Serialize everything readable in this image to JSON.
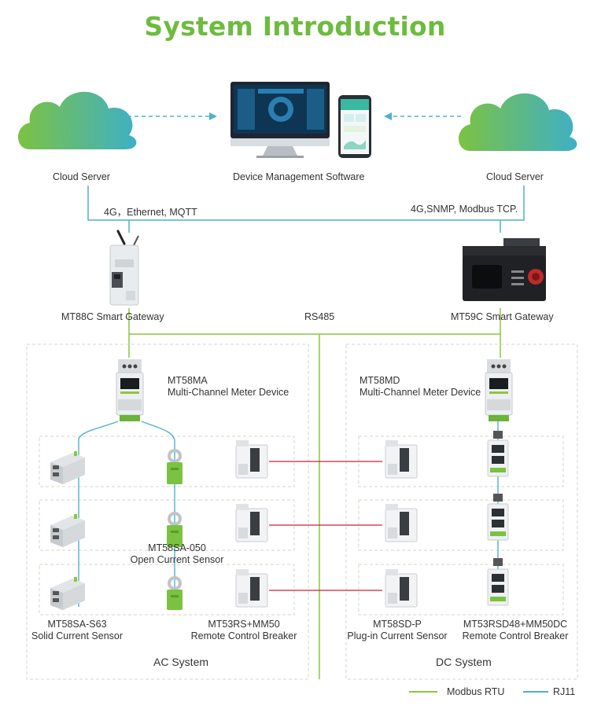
{
  "title": "System Introduction",
  "labels": {
    "cloud_left": "Cloud Server",
    "cloud_right": "Cloud Server",
    "software": "Device Management Software",
    "protocol_left": "4G，Ethernet, MQTT",
    "protocol_right": "4G,SNMP, Modbus TCP.",
    "gateway_left": "MT88C  Smart Gateway",
    "gateway_right": "MT59C  Smart Gateway",
    "rs485": "RS485",
    "mt58ma_model": "MT58MA",
    "mt58ma_desc": "Multi-Channel Meter Device",
    "mt58md_model": "MT58MD",
    "mt58md_desc": "Multi-Channel Meter Device",
    "open_sensor_model": "MT58SA-050",
    "open_sensor_desc": "Open Current Sensor",
    "solid_sensor_model": "MT58SA-S63",
    "solid_sensor_desc": "Solid Current Sensor",
    "ac_breaker_model": "MT53RS+MM50",
    "ac_breaker_desc": "Remote Control Breaker",
    "plugin_sensor_model": "MT58SD-P",
    "plugin_sensor_desc": "Plug-in Current Sensor",
    "dc_breaker_model": "MT53RSD48+MM50DC",
    "dc_breaker_desc": "Remote Control Breaker",
    "ac_system": "AC System",
    "dc_system": "DC System"
  },
  "legend": {
    "modbus": "Modbus RTU",
    "rj11": "RJ11"
  },
  "colors": {
    "brand_green": "#6dbb3f",
    "modbus_line": "#8cc63f",
    "rj11_line": "#4db3c8",
    "link_line": "#c8203c",
    "dashed_box": "#d6d6c4"
  }
}
